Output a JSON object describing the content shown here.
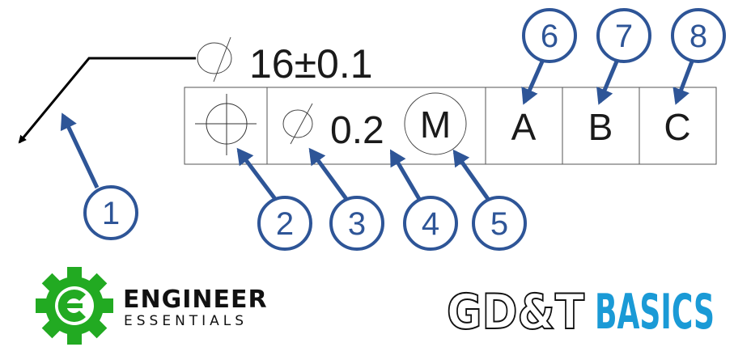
{
  "dimension": {
    "symbol": "diameter-icon",
    "value": "16±0.1"
  },
  "feature_control_frame": {
    "characteristic_symbol": "position-icon",
    "tolerance_zone_symbol": "diameter-icon",
    "tolerance_value": "0.2",
    "material_modifier": "M",
    "datums": [
      "A",
      "B",
      "C"
    ]
  },
  "callouts": [
    "1",
    "2",
    "3",
    "4",
    "5",
    "6",
    "7",
    "8"
  ],
  "logos": {
    "engineer_essentials": {
      "line1": "ENGINEER",
      "line2": "ESSENTIALS",
      "color": "#22AA22"
    },
    "gdt_basics": {
      "part1": "GD&T",
      "part2": "BASICS",
      "color": "#1A9AD6"
    }
  },
  "colors": {
    "callout": "#2E5597",
    "frame": "#555555"
  }
}
